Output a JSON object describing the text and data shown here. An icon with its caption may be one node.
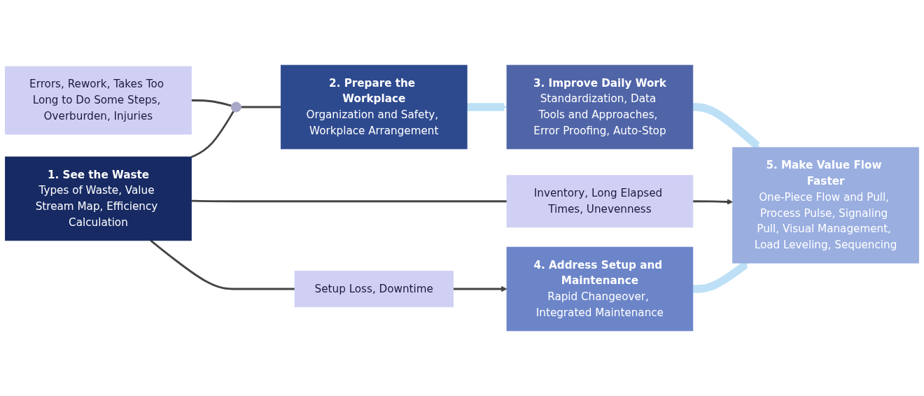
{
  "diagram": {
    "nodes": [
      {
        "text": [
          "1. See the Waste",
          "Types of Waste, Value Stream Map, Efficiency Calculation"
        ]
      },
      {
        "text": [
          "Errors, Rework, Takes Too Long to Do Some Steps, Overburden, Injuries"
        ]
      },
      {
        "text": [],
        "shape": "circle"
      },
      {
        "text": [
          "2. Prepare the Workplace",
          "Organization and Safety, Workplace Arrangement"
        ]
      },
      {
        "text": [
          "3. Improve Daily Work",
          "Standardization, Data Tools and Approaches, Error Proofing, Auto-Stop"
        ]
      },
      {
        "text": [
          "Inventory, Long Elapsed Times, Unevenness"
        ]
      },
      {
        "text": [
          "5. Make Value Flow Faster",
          "One-Piece Flow and Pull, Process Pulse, Signaling Pull, Visual Management, Load Leveling, Sequencing"
        ]
      },
      {
        "text": [
          "Setup Loss, Downtime"
        ]
      },
      {
        "text": [
          "4. Address Setup and Maintenance",
          "Rapid Changeover, Integrated Maintenance"
        ]
      }
    ],
    "edges": [
      {
        "from": 0,
        "to": 2,
        "arrow": "none"
      },
      {
        "from": 1,
        "to": 2,
        "arrow": "none"
      },
      {
        "from": 2,
        "to": 3,
        "arrow": "none"
      },
      {
        "from": 3,
        "to": 4,
        "arrow": "to",
        "style": "thick",
        "color": "#bde0f7"
      },
      {
        "from": 4,
        "to": 6,
        "arrow": "to",
        "style": "thick",
        "color": "#bde0f7"
      },
      {
        "from": 0,
        "to": 5,
        "arrow": "none"
      },
      {
        "from": 5,
        "to": 6,
        "arrow": "to"
      },
      {
        "from": 0,
        "to": 7,
        "arrow": "none"
      },
      {
        "from": 7,
        "to": 8,
        "arrow": "to"
      },
      {
        "from": 8,
        "to": 6,
        "arrow": "to",
        "style": "thick",
        "color": "#bde0f7"
      }
    ]
  }
}
